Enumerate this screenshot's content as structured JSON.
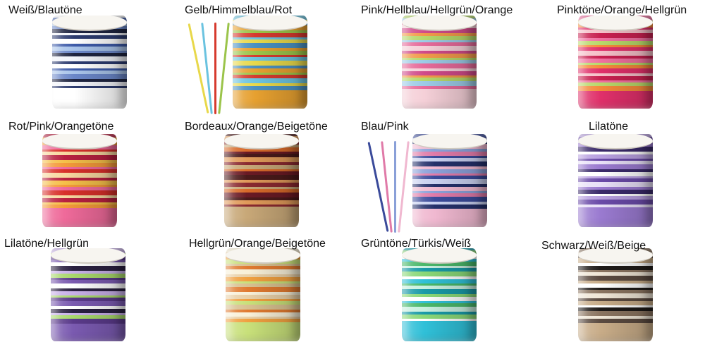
{
  "items": [
    {
      "label": "Weiß/Blautöne",
      "colors": [
        "#ffffff",
        "#6a86c8",
        "#2b3a6e",
        "#a9c4ea",
        "#f2f4fa",
        "#3d5aa8",
        "#1e2440"
      ]
    },
    {
      "label": "Gelb/Himmelblau/Rot",
      "colors": [
        "#e8d84a",
        "#6bc3e0",
        "#d63a2e",
        "#9bc44a",
        "#e6a030",
        "#4a90c0"
      ]
    },
    {
      "label": "Pink/Hellblau/Hellgrün/Orange",
      "colors": [
        "#e76a9a",
        "#9ccbe6",
        "#b5d86a",
        "#f29a4a",
        "#d04a8a",
        "#f5d0d8"
      ]
    },
    {
      "label": "Pinktöne/Orange/Hellgrün",
      "colors": [
        "#e0306a",
        "#f48a3a",
        "#b8d86a",
        "#f070a0",
        "#c82050",
        "#f5c0c8"
      ]
    },
    {
      "label": "Rot/Pink/Orangetöne",
      "colors": [
        "#d8302a",
        "#ef6a9a",
        "#f49a3a",
        "#f5c04a",
        "#b82040",
        "#f8d8a0"
      ]
    },
    {
      "label": "Bordeaux/Orange/Beigetöne",
      "colors": [
        "#6a1a24",
        "#d86a2a",
        "#c8a878",
        "#8a2a30",
        "#e09a5a",
        "#4a1a1a"
      ]
    },
    {
      "label": "Blau/Pink",
      "colors": [
        "#3a4a9a",
        "#e07aa8",
        "#8aa0d8",
        "#f0b8d0",
        "#24306a",
        "#c8d0f0"
      ]
    },
    {
      "label": "Lilatöne",
      "colors": [
        "#6a4aa8",
        "#b8a0e0",
        "#ffffff",
        "#3a2a6a",
        "#9a7ad0",
        "#e8e0f8"
      ]
    },
    {
      "label": "Lilatöne/Hellgrün",
      "colors": [
        "#5a3a8a",
        "#a8d86a",
        "#c8b0e8",
        "#2a2040",
        "#ffffff",
        "#7a5ab0"
      ]
    },
    {
      "label": "Hellgrün/Orange/Beigetöne",
      "colors": [
        "#c8e07a",
        "#f0a040",
        "#e8d0a8",
        "#f8f0d8",
        "#e07a30",
        "#d8c090"
      ]
    },
    {
      "label": "Grüntöne/Türkis/Weiß",
      "colors": [
        "#4ab86a",
        "#30c0d8",
        "#ffffff",
        "#8ad878",
        "#1a9aa8",
        "#c8f0e0"
      ]
    },
    {
      "label": "Schwarz/Weiß/Beige",
      "colors": [
        "#1e1a18",
        "#ffffff",
        "#c8ac88",
        "#5a4a40",
        "#efe6d6",
        "#8a7460"
      ]
    }
  ]
}
